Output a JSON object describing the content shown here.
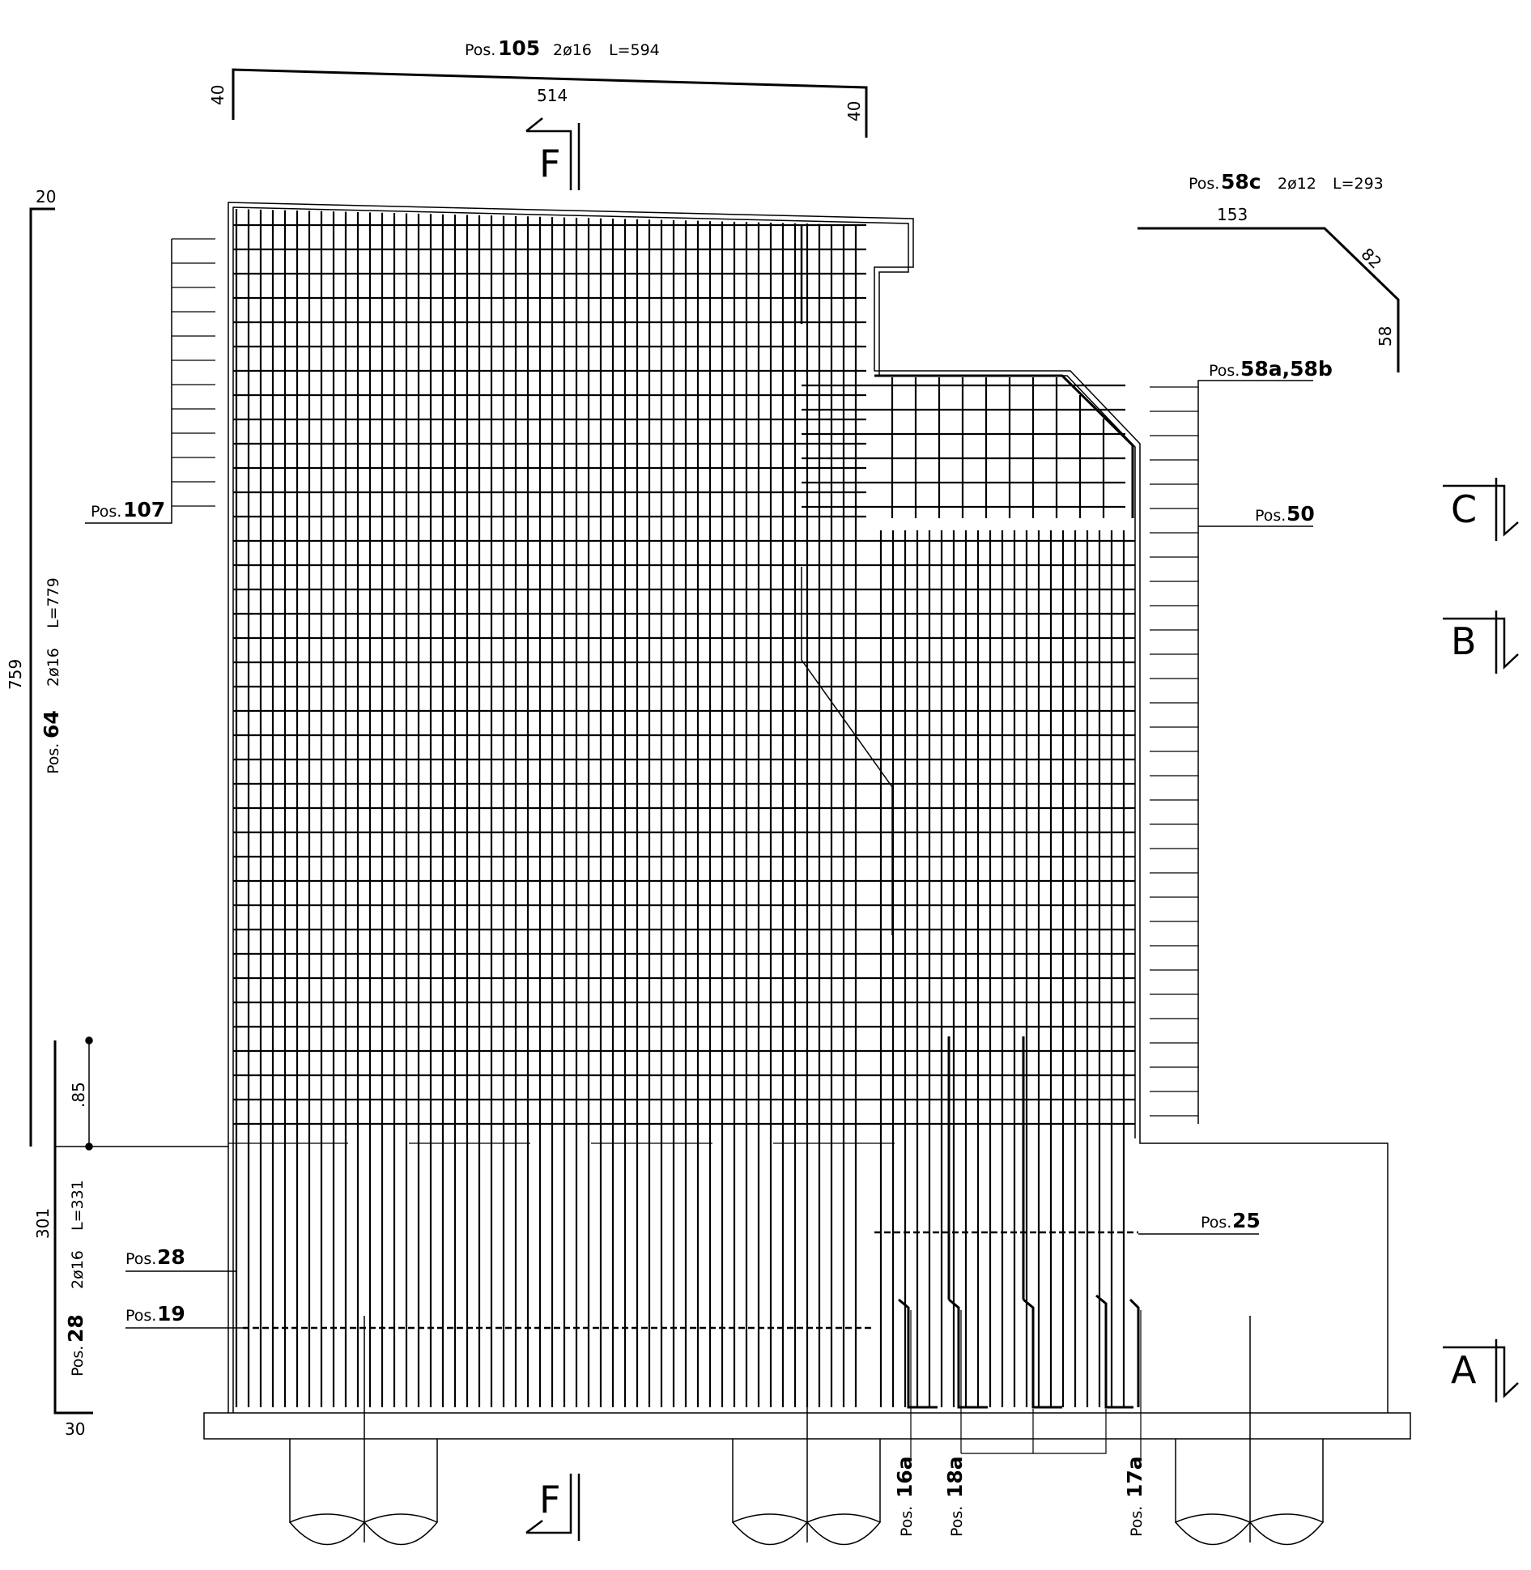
{
  "labels": {
    "pos105": {
      "pos": "Pos.",
      "num": "105",
      "qty": "2ø16",
      "len": "L=594",
      "dim_left": "40",
      "dim_mid": "514",
      "dim_right": "40"
    },
    "pos58c": {
      "pos": "Pos.",
      "num": "58c",
      "qty": "2ø12",
      "len": "L=293",
      "dim_top": "153",
      "dim_diag": "82",
      "dim_vert": "58"
    },
    "pos58ab": {
      "pos": "Pos.",
      "num": "58a,58b"
    },
    "pos50": {
      "pos": "Pos.",
      "num": "50"
    },
    "pos107": {
      "pos": "Pos.",
      "num": "107"
    },
    "pos25": {
      "pos": "Pos.",
      "num": "25"
    },
    "pos28": {
      "pos": "Pos.",
      "num": "28"
    },
    "pos19": {
      "pos": "Pos.",
      "num": "19"
    },
    "pos64": {
      "pos": "Pos.",
      "num": "64",
      "qty": "2ø16",
      "len": "L=779",
      "dim_total": "759",
      "dim_top": "20"
    },
    "pos28v": {
      "pos": "Pos.",
      "num": "28",
      "qty": "2ø16",
      "len": "L=331",
      "dim_total": "301",
      "dim_bottom": "30",
      "dim_spacing": ".85"
    },
    "pos16a": {
      "pos": "Pos.",
      "num": "16a"
    },
    "pos18a": {
      "pos": "Pos.",
      "num": "18a"
    },
    "pos17a": {
      "pos": "Pos.",
      "num": "17a"
    }
  },
  "sections": {
    "a": "A",
    "b": "B",
    "c": "C",
    "f_top": "F",
    "f_bottom": "F"
  }
}
